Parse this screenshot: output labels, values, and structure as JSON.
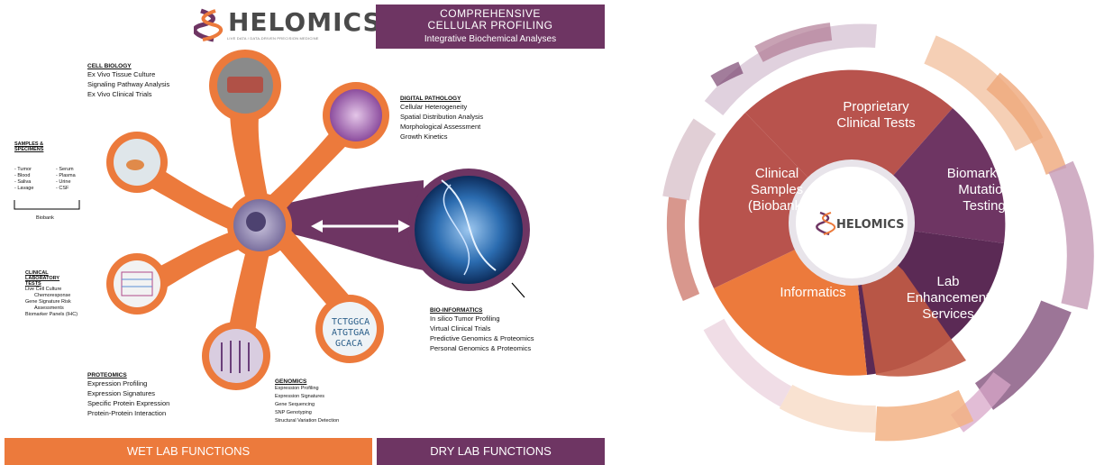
{
  "logo": {
    "name": "HELOMICS",
    "tagline": "LIVE DATA / DATA-DRIVEN PRECISION MEDICINE"
  },
  "header": {
    "line1": "COMPREHENSIVE",
    "line2": "CELLULAR PROFILING",
    "line3": "Integrative Biochemical Analyses"
  },
  "sections": {
    "cell_biology": {
      "title": "CELL BIOLOGY",
      "lines": [
        "Ex Vivo Tissue Culture",
        "Signaling Pathway Analysis",
        "Ex Vivo Clinical Trials"
      ]
    },
    "digital_pathology": {
      "title": "DIGITAL PATHOLOGY",
      "lines": [
        "Cellular Heterogeneity",
        "Spatial Distribution Analysis",
        "Morphological Assessment",
        "Growth Kinetics"
      ]
    },
    "samples": {
      "title_1": "SAMPLES &",
      "title_2": "SPECIMENS",
      "col1": [
        "- Tumor",
        "- Blood",
        "- Saliva",
        "- Lavage"
      ],
      "col2": [
        "- Serum",
        "- Plasma",
        "- Urine",
        "- CSF"
      ],
      "biobank": "Biobank"
    },
    "clinical": {
      "title_1": "CLINICAL",
      "title_2": "LABORATORY",
      "title_3": "TESTS",
      "lines": [
        "Live Cell Culture",
        "Chemoresponse",
        "Gene Signature Risk",
        "Assessments",
        "Biomarker Panels (IHC)"
      ]
    },
    "bioinformatics": {
      "title": "BIO-INFORMATICS",
      "lines": [
        "In silico Tumor Profiling",
        "Virtual Clinical Trials",
        "Predictive Genomics & Proteomics",
        "Personal Genomics & Proteomics"
      ]
    },
    "proteomics": {
      "title": "PROTEOMICS",
      "lines": [
        "Expression Profiling",
        "Expression Signatures",
        "Specific Protein Expression",
        "Protein-Protein Interaction"
      ]
    },
    "genomics": {
      "title": "GENOMICS",
      "lines": [
        "Expression Profiling",
        "Expression Signatures",
        "Gene Sequencing",
        "SNP Genotyping",
        "Structural Variation Detection"
      ]
    }
  },
  "footer": {
    "wet": "WET LAB FUNCTIONS",
    "dry": "DRY LAB FUNCTIONS"
  },
  "dna_letters": "TCTGGCA ATGTGAA GCACA",
  "wheel": {
    "center": "HELOMICS",
    "segments": [
      {
        "label_1": "Proprietary",
        "label_2": "Clinical Tests",
        "label_3": ""
      },
      {
        "label_1": "Biomarker &",
        "label_2": "Mutation",
        "label_3": "Testing"
      },
      {
        "label_1": "Lab",
        "label_2": "Enhancement",
        "label_3": "Services"
      },
      {
        "label_1": "Informatics",
        "label_2": "",
        "label_3": ""
      },
      {
        "label_1": "Clinical",
        "label_2": "Samples",
        "label_3": "(Biobank)"
      }
    ]
  },
  "colors": {
    "orange": "#ec7a3c",
    "purple": "#6e3563",
    "dark_purple": "#5b2a55",
    "rust": "#b8534d",
    "footer_orange": "#ec7a3c",
    "footer_purple": "#6e3563"
  }
}
